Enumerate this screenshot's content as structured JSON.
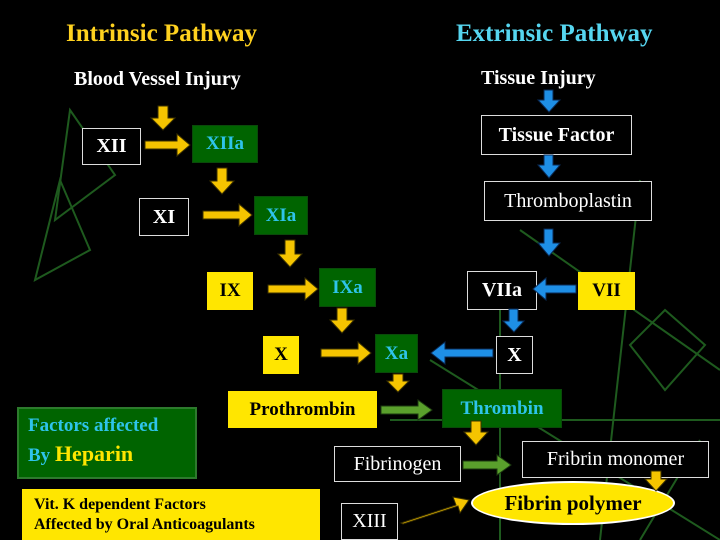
{
  "headers": {
    "intrinsic": "Intrinsic Pathway",
    "extrinsic": "Extrinsic Pathway"
  },
  "labels": {
    "blood_vessel_injury": "Blood Vessel Injury",
    "tissue_injury": "Tissue Injury"
  },
  "factors": {
    "xii": "XII",
    "xiia": "XIIa",
    "xi": "XI",
    "xia": "XIa",
    "ix": "IX",
    "ixa": "IXa",
    "x_left": "X",
    "xa": "Xa",
    "x_right": "X",
    "viia": "VIIa",
    "vii": "VII",
    "tissue_factor": "Tissue Factor",
    "thromboplastin": "Thromboplastin",
    "prothrombin": "Prothrombin",
    "thrombin": "Thrombin",
    "fibrinogen": "Fibrinogen",
    "fibrin_monomer": "Fribrin  monomer",
    "xiii": "XIII",
    "fibrin_polymer": "Fibrin polymer"
  },
  "notes": {
    "heparin_line1": "Factors affected",
    "heparin_by": "By",
    "heparin_word": "Heparin",
    "vitk_line1": "Vit. K dependent Factors",
    "vitk_line2": "Affected by Oral Anticoagulants"
  },
  "colors": {
    "background": "#000000",
    "header_intrinsic": "#ffd21f",
    "header_extrinsic": "#56d6f0",
    "arrow_yellow": "#f5c400",
    "arrow_blue": "#1e8fe6",
    "arrow_green": "#5aa02c",
    "activated_box": "#006400",
    "activated_text": "#2ec4ea",
    "highlight_box": "#ffe600"
  }
}
